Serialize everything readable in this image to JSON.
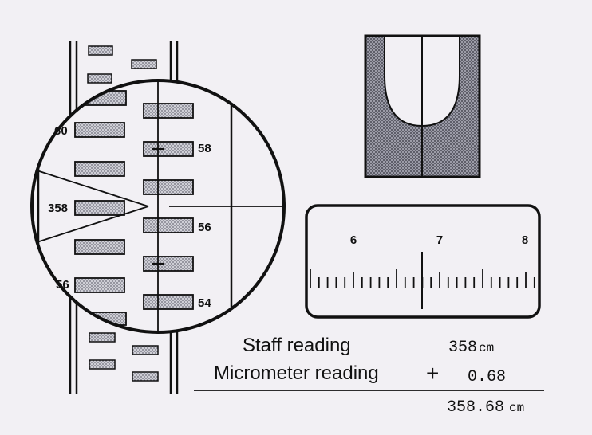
{
  "staff": {
    "circle_labels": [
      "60",
      "358",
      "56",
      "58",
      "56",
      "54"
    ]
  },
  "micrometer": {
    "scale_numbers": [
      "6",
      "7",
      "8"
    ]
  },
  "computation": {
    "staff_label": "Staff reading",
    "staff_value": "358",
    "staff_unit": "cm",
    "micrometer_label": "Micrometer reading",
    "plus_sign": "+",
    "micrometer_value": "0.68",
    "result_value": "358.68",
    "result_unit": "cm"
  },
  "colors": {
    "background": "#f2f0f4",
    "ink": "#111111",
    "hatch": "#8d8d99"
  }
}
